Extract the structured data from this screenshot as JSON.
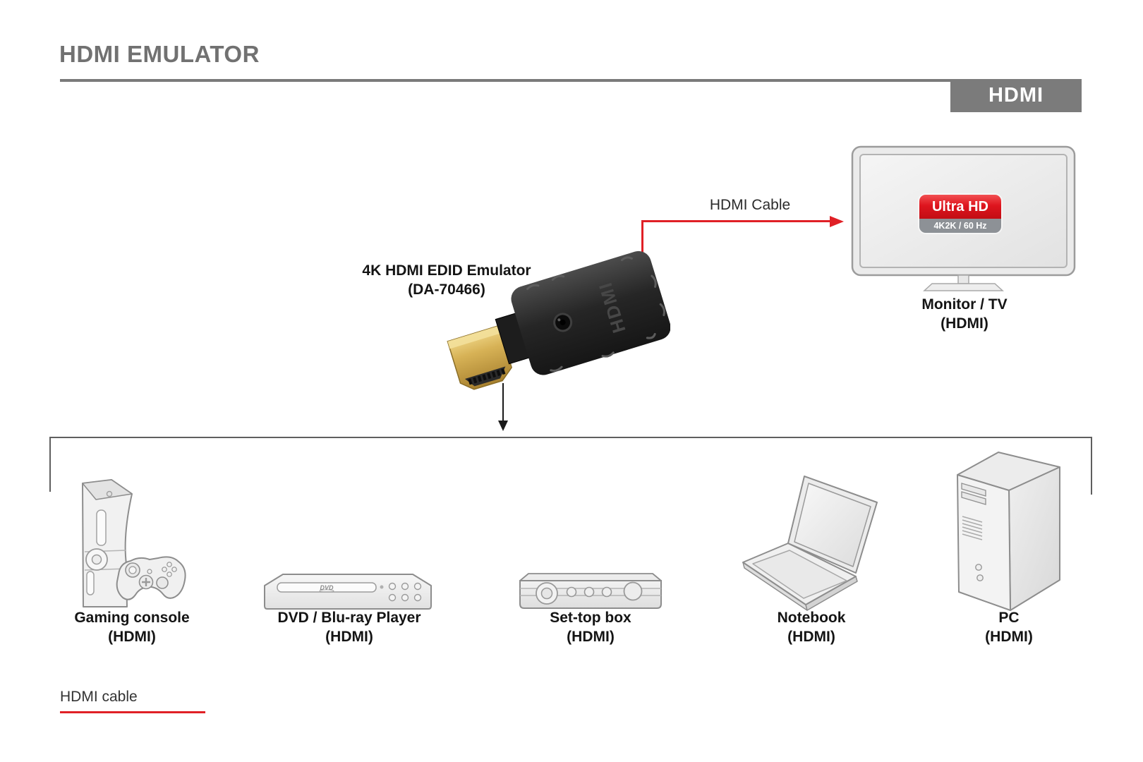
{
  "header": {
    "title": "HDMI EMULATOR",
    "corner_badge": "HDMI"
  },
  "emulator": {
    "label_line1": "4K HDMI EDID Emulator",
    "label_line2": "(DA-70466)",
    "embossed_text": "HDMI"
  },
  "cable_arrow": {
    "label": "HDMI Cable"
  },
  "monitor": {
    "badge_title": "Ultra HD",
    "badge_subtitle": "4K2K / 60 Hz",
    "label_line1": "Monitor / TV",
    "label_line2": "(HDMI)"
  },
  "sources": [
    {
      "id": "gaming-console",
      "label_line1": "Gaming console",
      "label_line2": "(HDMI)"
    },
    {
      "id": "dvd-player",
      "label_line1": "DVD / Blu-ray Player",
      "label_line2": "(HDMI)",
      "logo_text": "DVD"
    },
    {
      "id": "set-top-box",
      "label_line1": "Set-top box",
      "label_line2": "(HDMI)"
    },
    {
      "id": "notebook",
      "label_line1": "Notebook",
      "label_line2": "(HDMI)"
    },
    {
      "id": "pc",
      "label_line1": "PC",
      "label_line2": "(HDMI)"
    }
  ],
  "legend": {
    "label": "HDMI cable"
  },
  "colors": {
    "accent_red": "#e02026",
    "header_gray": "#7b7b7b",
    "label_black": "#141414"
  }
}
